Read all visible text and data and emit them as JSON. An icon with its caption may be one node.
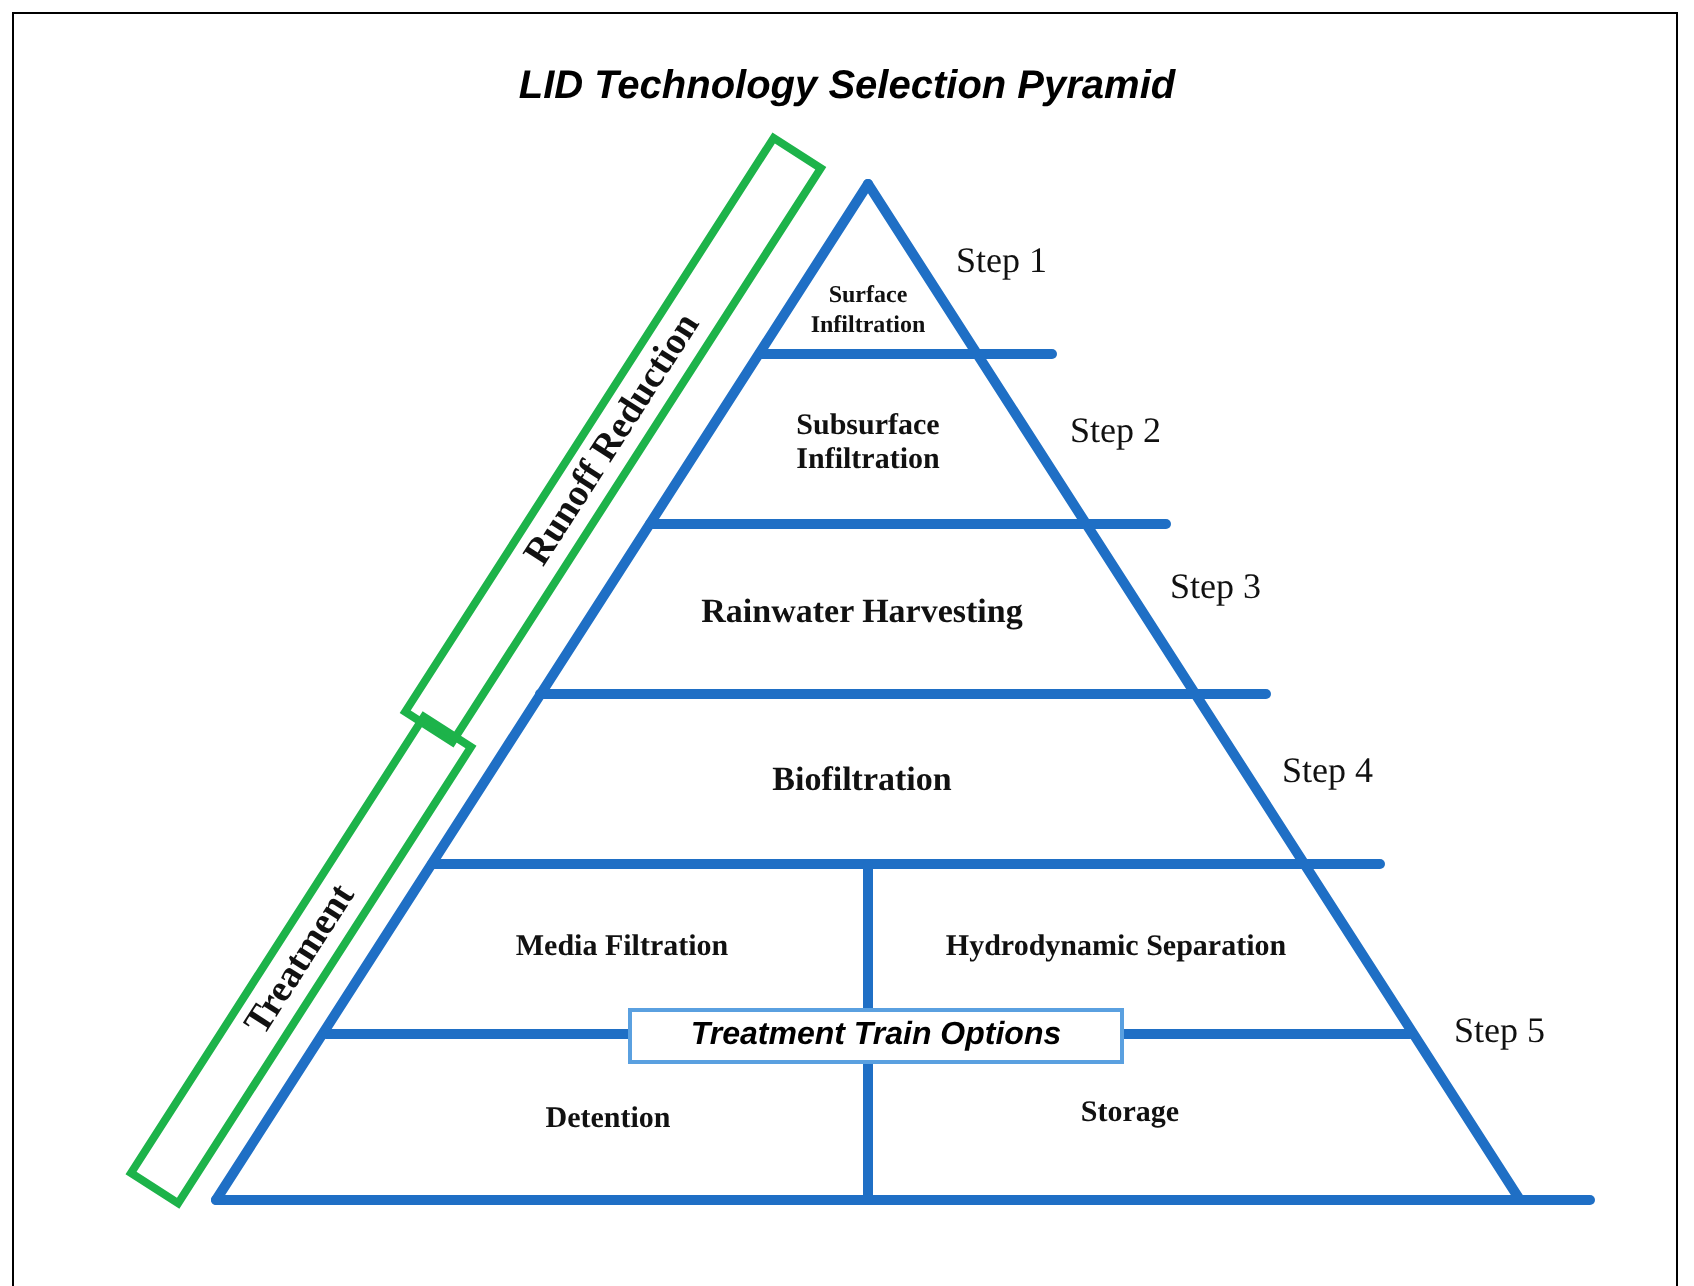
{
  "diagram": {
    "title": "LID Technology Selection Pyramid",
    "nodes": [
      {
        "text": [
          "Runoff Reduction"
        ]
      },
      {
        "text": [
          "Treatment"
        ]
      },
      {
        "text": [
          "Surface Infiltration"
        ]
      },
      {
        "text": [
          "Subsurface Infiltration"
        ]
      },
      {
        "text": [
          "Rainwater Harvesting"
        ]
      },
      {
        "text": [
          "Biofiltration"
        ]
      },
      {
        "text": [
          "Media Filtration"
        ]
      },
      {
        "text": [
          "Hydrodynamic Separation"
        ]
      },
      {
        "text": [
          "Treatment Train Options"
        ]
      },
      {
        "text": [
          "Detention"
        ]
      },
      {
        "text": [
          "Storage"
        ]
      }
    ],
    "labels": [
      "Step 1",
      "Step 2",
      "Step 3",
      "Step 4",
      "Step 5"
    ]
  }
}
